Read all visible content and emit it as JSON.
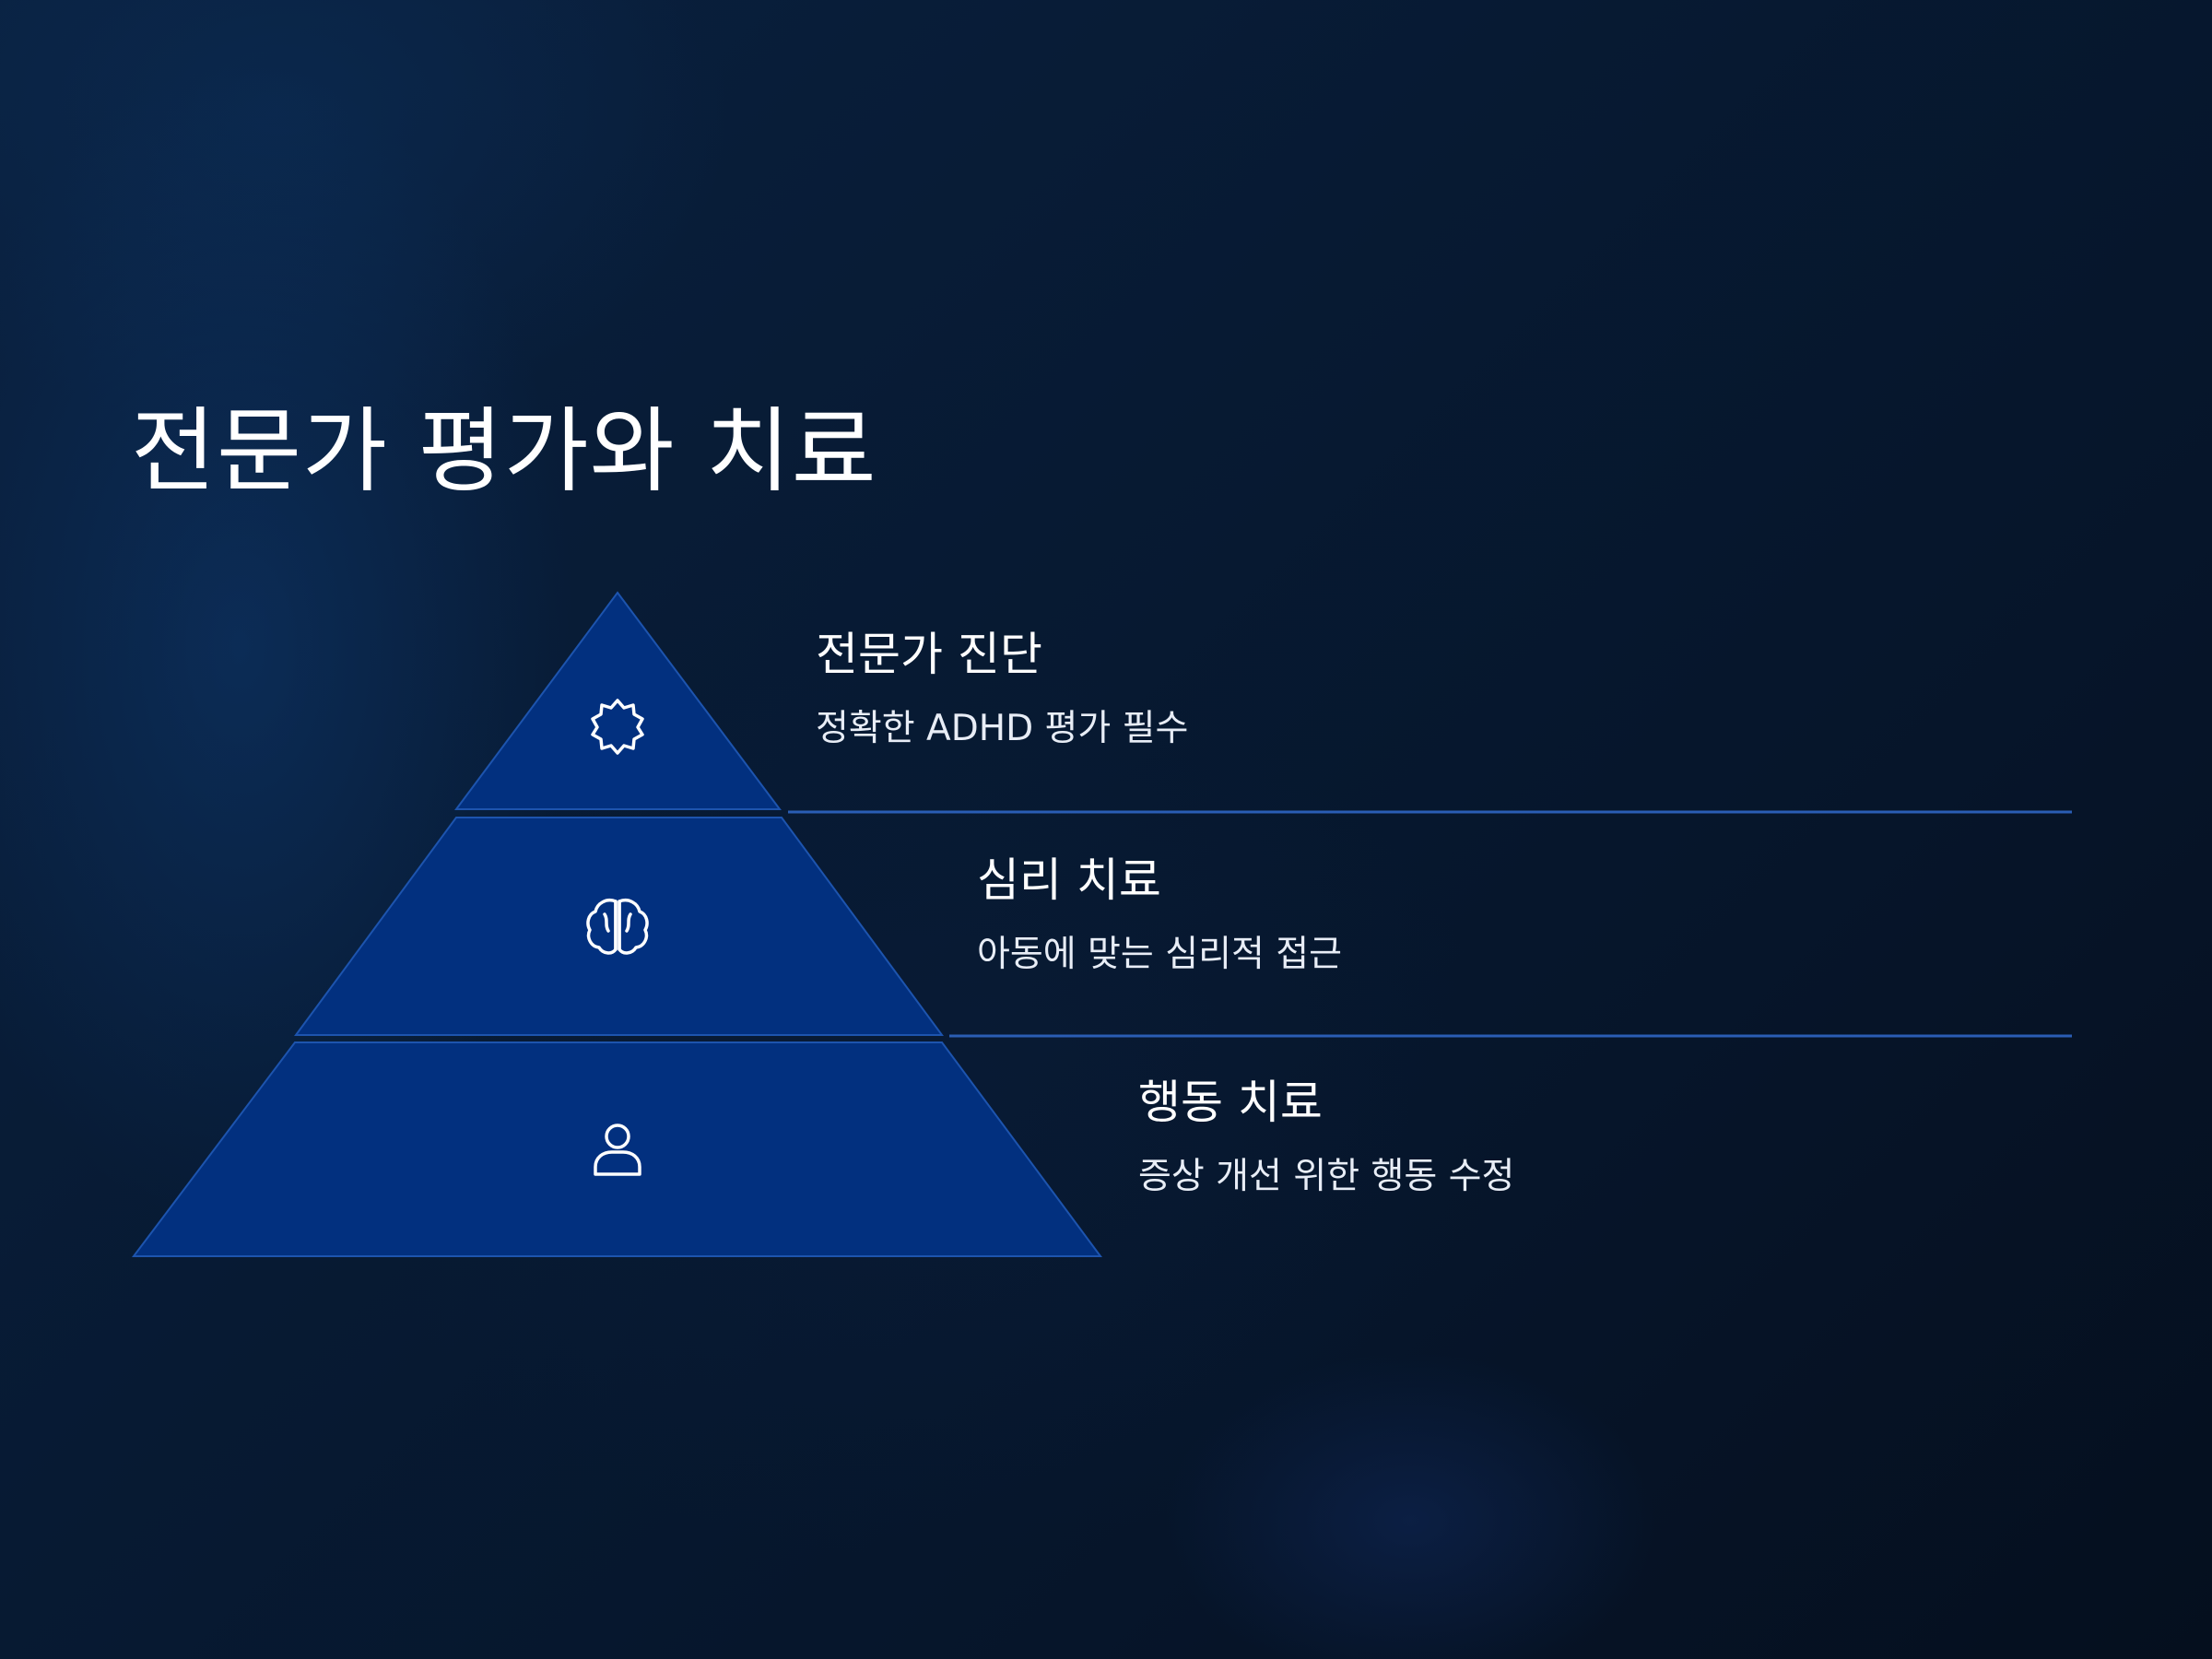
{
  "slide": {
    "title": "전문가 평가와 치료"
  },
  "pyramid": {
    "levels": [
      {
        "heading": "전문가 진단",
        "description": "정확한 ADHD 평가 필수",
        "icon": "gear-icon"
      },
      {
        "heading": "심리 치료",
        "description": "아동에 맞는 심리적 접근",
        "icon": "brain-icon"
      },
      {
        "heading": "행동 치료",
        "description": "증상 개선 위한 행동 수정",
        "icon": "person-icon"
      }
    ]
  },
  "colors": {
    "tier_fill": "#02307f",
    "tier_stroke": "#1d54ae",
    "divider": "#2a5db4",
    "text": "#ffffff"
  }
}
